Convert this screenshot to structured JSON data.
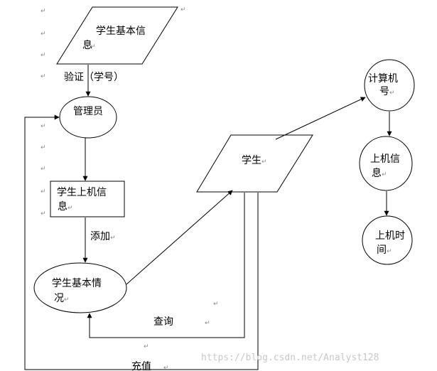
{
  "nodes": {
    "student_info": [
      "学生基本信",
      "息"
    ],
    "admin": [
      "管理员"
    ],
    "student_login_info": [
      "学生上机信",
      "息"
    ],
    "student_basic_status": [
      "学生基本情",
      "况"
    ],
    "student": [
      "学生"
    ],
    "computer_number": [
      "计算机",
      "号"
    ],
    "login_info": [
      "上机信",
      "息"
    ],
    "login_time": [
      "上机时",
      "间"
    ]
  },
  "edges": {
    "verify": "验证（学号）",
    "add": "添加",
    "query": "查询",
    "recharge": "充值"
  },
  "paragraph_mark": "↵",
  "watermark": "https://blog.csdn.net/Analyst128"
}
